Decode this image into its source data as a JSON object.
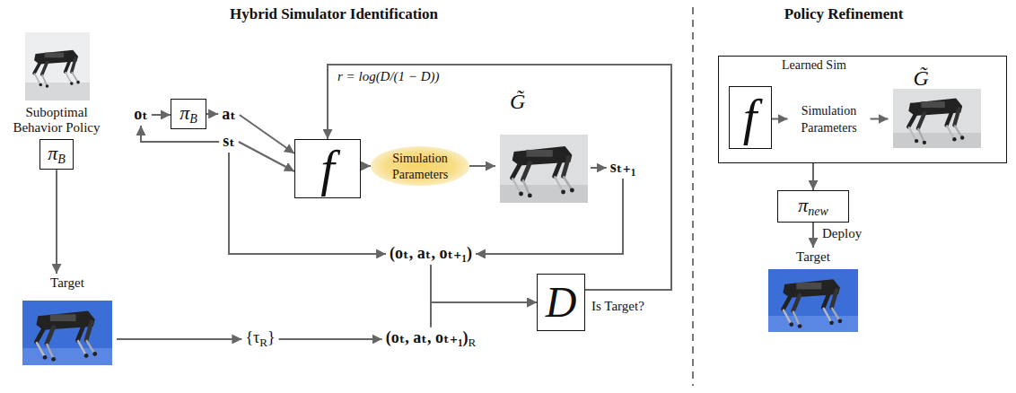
{
  "diagram": {
    "nodes": [
      {
        "text": [
          "Suboptimal Behavior Policy",
          "π",
          "B"
        ]
      },
      {
        "text": [
          "oₜ"
        ]
      },
      {
        "text": [
          "π",
          "B"
        ]
      },
      {
        "text": [
          "aₜ"
        ]
      },
      {
        "text": [
          "sₜ"
        ]
      },
      {
        "text": [
          "f"
        ]
      },
      {
        "text": [
          "Simulation Parameters"
        ]
      },
      {
        "text": [
          "G̃"
        ]
      },
      {
        "text": [
          "sₜ₊₁"
        ]
      },
      {
        "text": [
          "(oₜ, aₜ, oₜ₊₁)"
        ]
      },
      {
        "text": [
          "Target"
        ]
      },
      {
        "text": [
          "{τ",
          "R",
          "}"
        ]
      },
      {
        "text": [
          "(oₜ, aₜ, oₜ₊₁)",
          "R"
        ]
      },
      {
        "text": [
          "D"
        ]
      },
      {
        "text": [
          "Learned Sim"
        ]
      },
      {
        "text": [
          "f"
        ],
        "in": 14
      },
      {
        "text": [
          "Simulation Parameters"
        ],
        "in": 14
      },
      {
        "text": [
          "G̃"
        ],
        "in": 14
      },
      {
        "text": [
          "π",
          "new"
        ]
      },
      {
        "text": [
          "Target"
        ]
      }
    ],
    "edges": [
      {
        "from": 0,
        "to": 10,
        "arrow": "to"
      },
      {
        "from": 10,
        "to": 11,
        "arrow": "to"
      },
      {
        "from": 11,
        "to": 12,
        "arrow": "to"
      },
      {
        "from": 1,
        "to": 2,
        "arrow": "to"
      },
      {
        "from": 2,
        "to": 3,
        "arrow": "to"
      },
      {
        "from": 3,
        "to": 5,
        "arrow": "to"
      },
      {
        "from": 4,
        "to": 5,
        "arrow": "to"
      },
      {
        "from": 4,
        "to": 1,
        "arrow": "to"
      },
      {
        "from": 5,
        "to": 6,
        "arrow": "to"
      },
      {
        "from": 6,
        "to": 7,
        "arrow": "to"
      },
      {
        "from": 7,
        "to": 8,
        "arrow": "to"
      },
      {
        "from": 8,
        "to": 9,
        "arrow": "to"
      },
      {
        "from": 4,
        "to": 9,
        "arrow": "to"
      },
      {
        "from": 9,
        "to": 13,
        "arrow": "to"
      },
      {
        "from": 12,
        "to": 13,
        "arrow": "to"
      },
      {
        "from": 13,
        "to": 5,
        "label": "r = log(D/(1 − D))",
        "arrow": "to"
      },
      {
        "from": 15,
        "to": 16,
        "arrow": "to"
      },
      {
        "from": 16,
        "to": 17,
        "arrow": "to"
      },
      {
        "from": 14,
        "to": 18,
        "arrow": "to"
      },
      {
        "from": 18,
        "to": 19,
        "label": "Deploy",
        "arrow": "to"
      }
    ],
    "labels": [
      "Hybrid Simulator Identification",
      "Policy Refinement",
      "Is Target?"
    ]
  }
}
